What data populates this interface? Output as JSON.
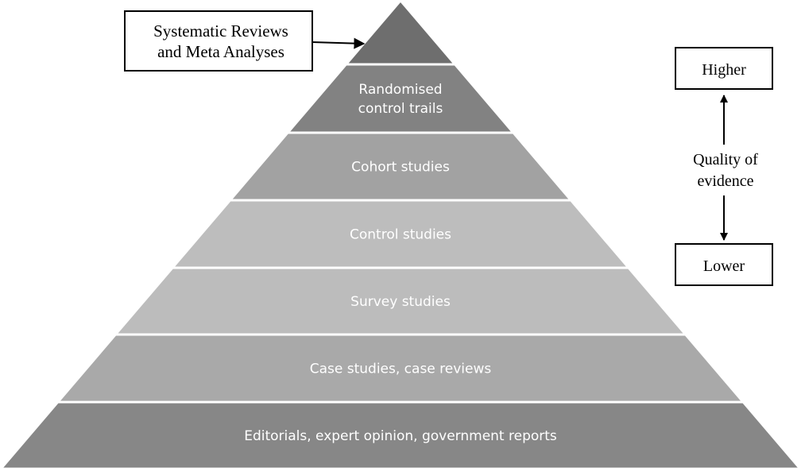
{
  "pyramid": {
    "tiers": [
      {
        "lines": [
          ""
        ],
        "fill": "#6e6e6e"
      },
      {
        "lines": [
          "Randomised",
          "control trails"
        ],
        "fill": "#828282"
      },
      {
        "lines": [
          "Cohort studies"
        ],
        "fill": "#a2a2a2"
      },
      {
        "lines": [
          "Control studies"
        ],
        "fill": "#bdbdbd"
      },
      {
        "lines": [
          "Survey studies"
        ],
        "fill": "#bcbcbc"
      },
      {
        "lines": [
          "Case studies, case reviews"
        ],
        "fill": "#a9a9a9"
      },
      {
        "lines": [
          "Editorials, expert opinion, government reports"
        ],
        "fill": "#878787"
      }
    ],
    "top_callout": {
      "lines": [
        "Systematic Reviews",
        "and Meta Analyses"
      ]
    }
  },
  "quality_scale": {
    "higher_label": "Higher",
    "lower_label": "Lower",
    "axis_label_line1": "Quality of",
    "axis_label_line2": "evidence"
  }
}
